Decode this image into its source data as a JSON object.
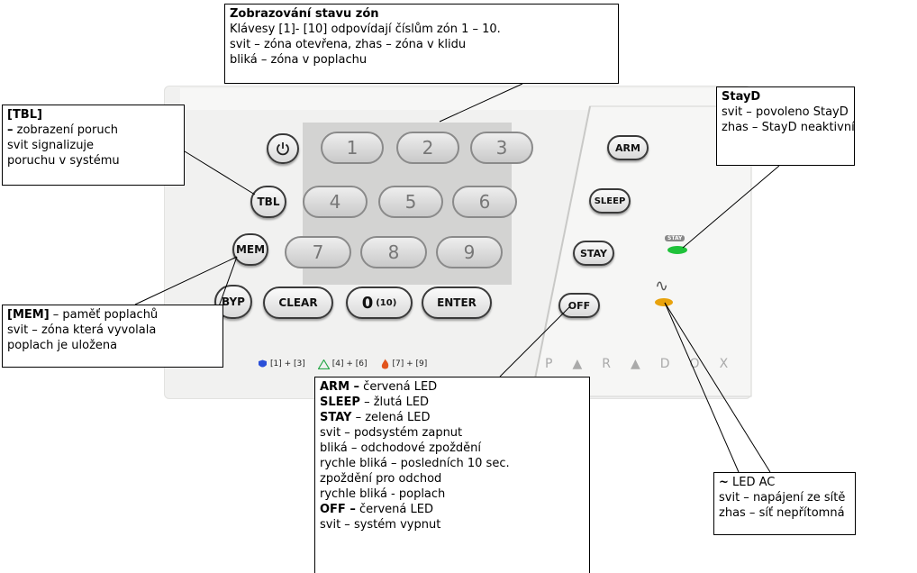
{
  "keypad": {
    "zone_keys": [
      "1",
      "2",
      "3",
      "4",
      "5",
      "6",
      "7",
      "8",
      "9"
    ],
    "zero_key": {
      "main": "0",
      "sub": "(10)"
    },
    "tbl": "TBL",
    "mem": "MEM",
    "byp": "BYP",
    "clear": "CLEAR",
    "enter": "ENTER",
    "arm": "ARM",
    "sleep": "SLEEP",
    "stay": "STAY",
    "off": "OFF",
    "stay_led_label": "STAY",
    "ac_symbol": "∿",
    "power_icon": "power-icon",
    "brand": [
      "P",
      "▲",
      "R",
      "▲",
      "D",
      "O",
      "X"
    ],
    "legend": [
      {
        "icon": "police-icon",
        "text": "[1] + [3]",
        "color": "#2a4fd8"
      },
      {
        "icon": "medical-icon",
        "text": "[4] + [6]",
        "color": "#2aa84a"
      },
      {
        "icon": "fire-icon",
        "text": "[7] + [9]",
        "color": "#e2541c"
      }
    ],
    "colors": {
      "stay_led": "#1fc23a",
      "ac_led": "#e8a20c"
    }
  },
  "callouts": {
    "zones": {
      "title": "Zobrazování stavu zón",
      "lines": [
        "Klávesy [1]- [10] odpovídají číslům zón 1 – 10.",
        "svit – zóna otevřena, zhas – zóna v klidu",
        "bliká – zóna v poplachu"
      ]
    },
    "tbl": {
      "title": "[TBL]",
      "lines": [
        {
          "b": "–",
          "t": " zobrazení poruch"
        },
        {
          "b": "",
          "t": "svit signalizuje"
        },
        {
          "b": "",
          "t": "poruchu v systému"
        }
      ]
    },
    "stayd": {
      "title": "StayD",
      "lines": [
        "svit – povoleno StayD",
        "zhas – StayD neaktivní"
      ]
    },
    "mem": {
      "title": "[MEM]",
      "title_rest": " – paměť poplachů",
      "lines": [
        "svit – zóna která vyvolala",
        "poplach je uložena"
      ]
    },
    "arm": {
      "lines": [
        {
          "b": "ARM –",
          "t": " červená LED"
        },
        {
          "b": "SLEEP",
          "t": " – žlutá LED"
        },
        {
          "b": "STAY",
          "t": " – zelená LED"
        },
        {
          "b": "",
          "t": "svit – podsystém zapnut"
        },
        {
          "b": "",
          "t": "bliká – odchodové zpoždění"
        },
        {
          "b": "",
          "t": "rychle bliká – posledních 10 sec."
        },
        {
          "b": "",
          "t": "zpoždění pro odchod"
        },
        {
          "b": "",
          "t": "rychle bliká - poplach"
        },
        {
          "b": "OFF –",
          "t": " červená LED"
        },
        {
          "b": "",
          "t": "svit – systém vypnut"
        }
      ]
    },
    "ac": {
      "title": "~",
      "title_rest": " LED AC",
      "lines": [
        "svit – napájení ze sítě",
        "zhas – síť nepřítomná"
      ]
    }
  }
}
